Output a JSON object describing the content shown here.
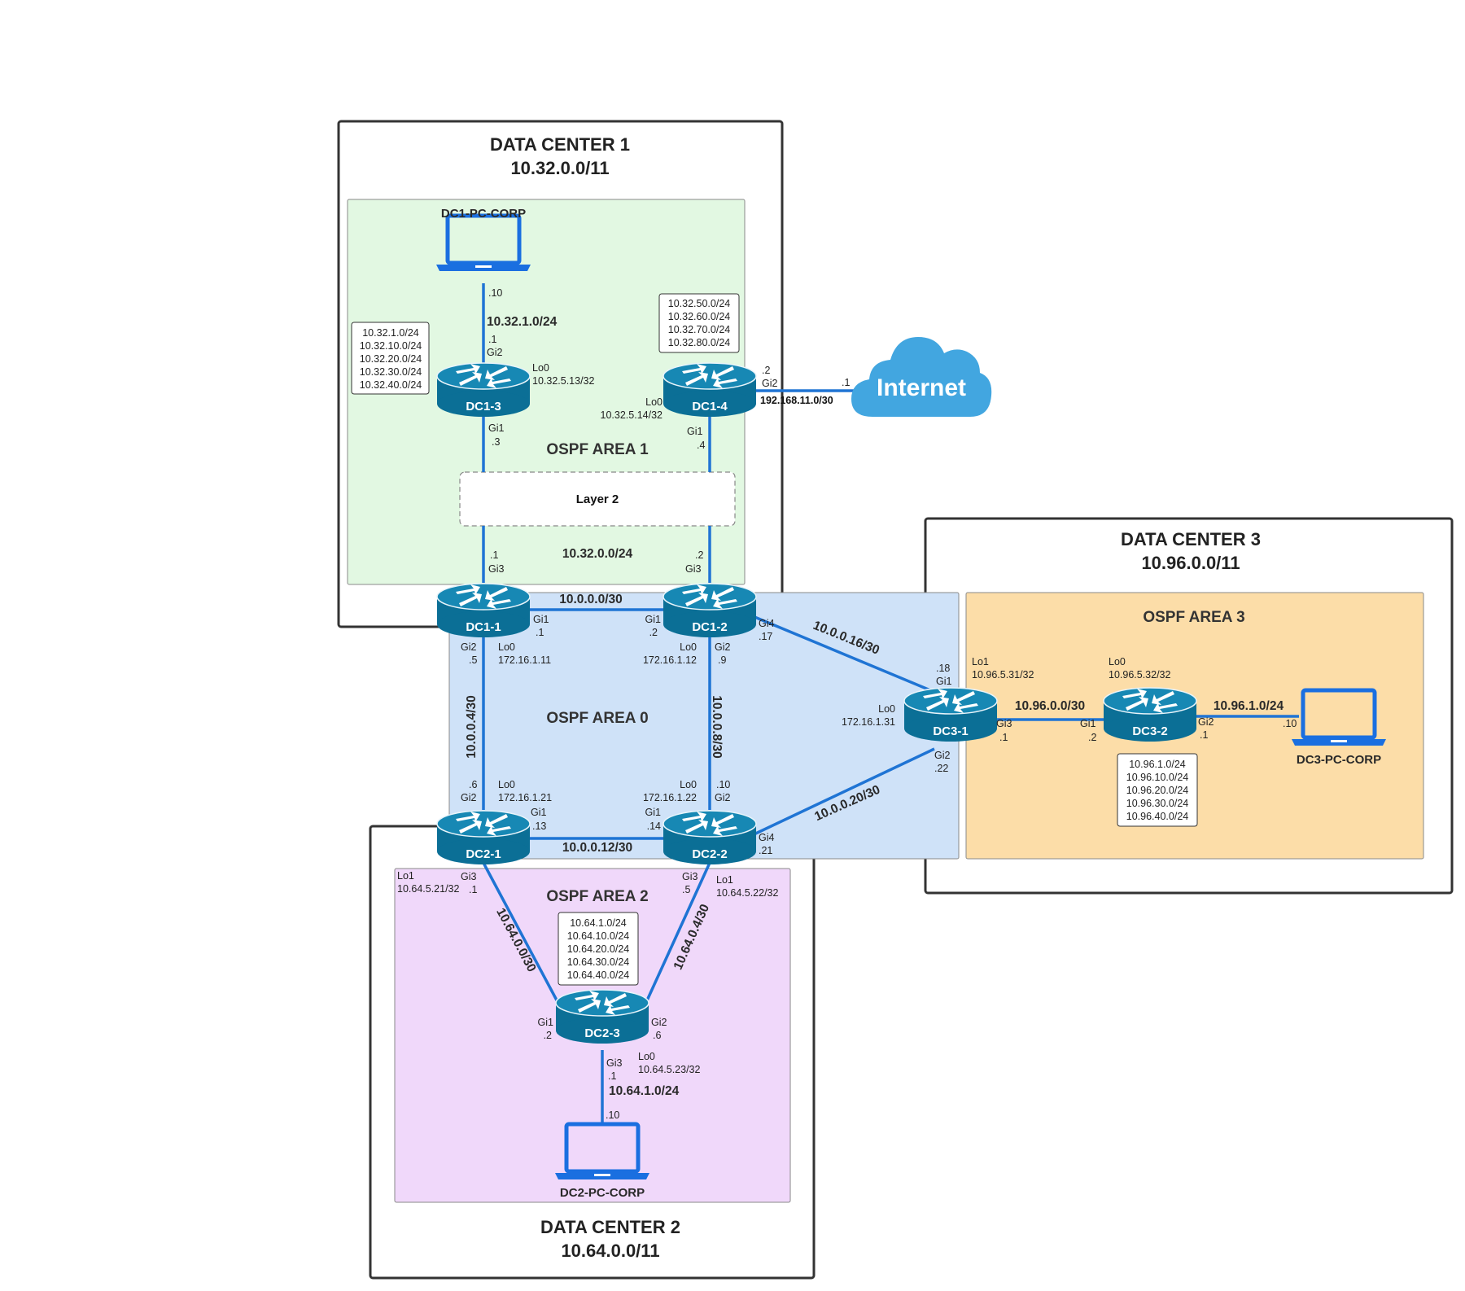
{
  "data_centers": [
    {
      "id": "dc1",
      "name": "DATA CENTER 1",
      "subnet": "10.32.0.0/11"
    },
    {
      "id": "dc2",
      "name": "DATA CENTER 2",
      "subnet": "10.64.0.0/11"
    },
    {
      "id": "dc3",
      "name": "DATA CENTER 3",
      "subnet": "10.96.0.0/11"
    }
  ],
  "areas": {
    "area0": "OSPF AREA 0",
    "area1": "OSPF AREA 1",
    "area2": "OSPF AREA 2",
    "area3": "OSPF AREA 3"
  },
  "colors": {
    "link": "#1f74d4",
    "router": "#0b6f96",
    "area0": "#cfe2f8",
    "area1": "#e2f8e2",
    "area2": "#f0d8fa",
    "area3": "#fcdda8",
    "internet": "#42a6e0",
    "pc": "#1a6fe0"
  },
  "routers": {
    "dc1_1": "DC1-1",
    "dc1_2": "DC1-2",
    "dc1_3": "DC1-3",
    "dc1_4": "DC1-4",
    "dc2_1": "DC2-1",
    "dc2_2": "DC2-2",
    "dc2_3": "DC2-3",
    "dc3_1": "DC3-1",
    "dc3_2": "DC3-2"
  },
  "hosts": {
    "dc1_pc": "DC1-PC-CORP",
    "dc2_pc": "DC2-PC-CORP",
    "dc3_pc": "DC3-PC-CORP"
  },
  "internet": "Internet",
  "layer2": "Layer 2",
  "networks": {
    "n10_32_1": "10.32.1.0/24",
    "n10_32_0": "10.32.0.0/24",
    "n192": "192.168.11.0/30",
    "n10_0_0_0": "10.0.0.0/30",
    "n10_0_0_4": "10.0.0.4/30",
    "n10_0_0_8": "10.0.0.8/30",
    "n10_0_0_12": "10.0.0.12/30",
    "n10_0_0_16": "10.0.0.16/30",
    "n10_0_0_20": "10.0.0.20/30",
    "n10_96_0": "10.96.0.0/30",
    "n10_96_1": "10.96.1.0/24",
    "n10_64_0_0": "10.64.0.0/30",
    "n10_64_0_4": "10.64.0.4/30",
    "n10_64_1": "10.64.1.0/24"
  },
  "route_lists": {
    "dc1_3": [
      "10.32.1.0/24",
      "10.32.10.0/24",
      "10.32.20.0/24",
      "10.32.30.0/24",
      "10.32.40.0/24"
    ],
    "dc1_4": [
      "10.32.50.0/24",
      "10.32.60.0/24",
      "10.32.70.0/24",
      "10.32.80.0/24"
    ],
    "dc3_2": [
      "10.96.1.0/24",
      "10.96.10.0/24",
      "10.96.20.0/24",
      "10.96.30.0/24",
      "10.96.40.0/24"
    ],
    "dc2_3": [
      "10.64.1.0/24",
      "10.64.10.0/24",
      "10.64.20.0/24",
      "10.64.30.0/24",
      "10.64.40.0/24"
    ]
  },
  "labels": {
    "pc1_host": ".10",
    "dc13_gi2_ip": ".1",
    "dc13_gi2": "Gi2",
    "dc13_lo0": "Lo0",
    "dc13_lo0_ip": "10.32.5.13/32",
    "dc13_gi1": "Gi1",
    "dc13_gi1_ip": ".3",
    "dc14_lo0": "Lo0",
    "dc14_lo0_ip": "10.32.5.14/32",
    "dc14_gi2_ip": ".2",
    "dc14_gi2": "Gi2",
    "dc14_gi1": "Gi1",
    "dc14_gi1_ip": ".4",
    "inet_ip": ".1",
    "dc11_gi3_ip": ".1",
    "dc11_gi3": "Gi3",
    "dc12_gi3_ip": ".2",
    "dc12_gi3": "Gi3",
    "dc11_gi1": "Gi1",
    "dc11_gi1_ip": ".1",
    "dc12_gi1": "Gi1",
    "dc12_gi1_ip": ".2",
    "dc11_gi2": "Gi2",
    "dc11_gi2_ip": ".5",
    "dc11_lo0": "Lo0",
    "dc11_lo0_ip": "172.16.1.11",
    "dc12_lo0": "Lo0",
    "dc12_lo0_ip": "172.16.1.12",
    "dc12_gi2": "Gi2",
    "dc12_gi2_ip": ".9",
    "dc12_gi4": "Gi4",
    "dc12_gi4_ip": ".17",
    "dc31_gi1_ip": ".18",
    "dc31_gi1": "Gi1",
    "dc31_lo1": "Lo1",
    "dc31_lo1_ip": "10.96.5.31/32",
    "dc31_lo0": "Lo0",
    "dc31_lo0_ip": "172.16.1.31",
    "dc31_gi3": "Gi3",
    "dc31_gi3_ip": ".1",
    "dc31_gi2": "Gi2",
    "dc31_gi2_ip": ".22",
    "dc32_lo0": "Lo0",
    "dc32_lo0_ip": "10.96.5.32/32",
    "dc32_gi1": "Gi1",
    "dc32_gi1_ip": ".2",
    "dc32_gi2": "Gi2",
    "dc32_gi2_ip": ".1",
    "pc3_host": ".10",
    "dc21_gi2_ip": ".6",
    "dc21_gi2": "Gi2",
    "dc21_lo0": "Lo0",
    "dc21_lo0_ip": "172.16.1.21",
    "dc21_gi1": "Gi1",
    "dc21_gi1_ip": ".13",
    "dc22_lo0": "Lo0",
    "dc22_lo0_ip": "172.16.1.22",
    "dc22_gi1": "Gi1",
    "dc22_gi1_ip": ".14",
    "dc22_gi2_ip": ".10",
    "dc22_gi2": "Gi2",
    "dc22_gi4": "Gi4",
    "dc22_gi4_ip": ".21",
    "dc21_lo1": "Lo1",
    "dc21_lo1_ip": "10.64.5.21/32",
    "dc21_gi3": "Gi3",
    "dc21_gi3_ip": ".1",
    "dc22_gi3": "Gi3",
    "dc22_gi3_ip": ".5",
    "dc22_lo1": "Lo1",
    "dc22_lo1_ip": "10.64.5.22/32",
    "dc23_gi1": "Gi1",
    "dc23_gi1_ip": ".2",
    "dc23_gi2": "Gi2",
    "dc23_gi2_ip": ".6",
    "dc23_gi3": "Gi3",
    "dc23_gi3_ip": ".1",
    "dc23_lo0": "Lo0",
    "dc23_lo0_ip": "10.64.5.23/32",
    "pc2_host": ".10"
  }
}
